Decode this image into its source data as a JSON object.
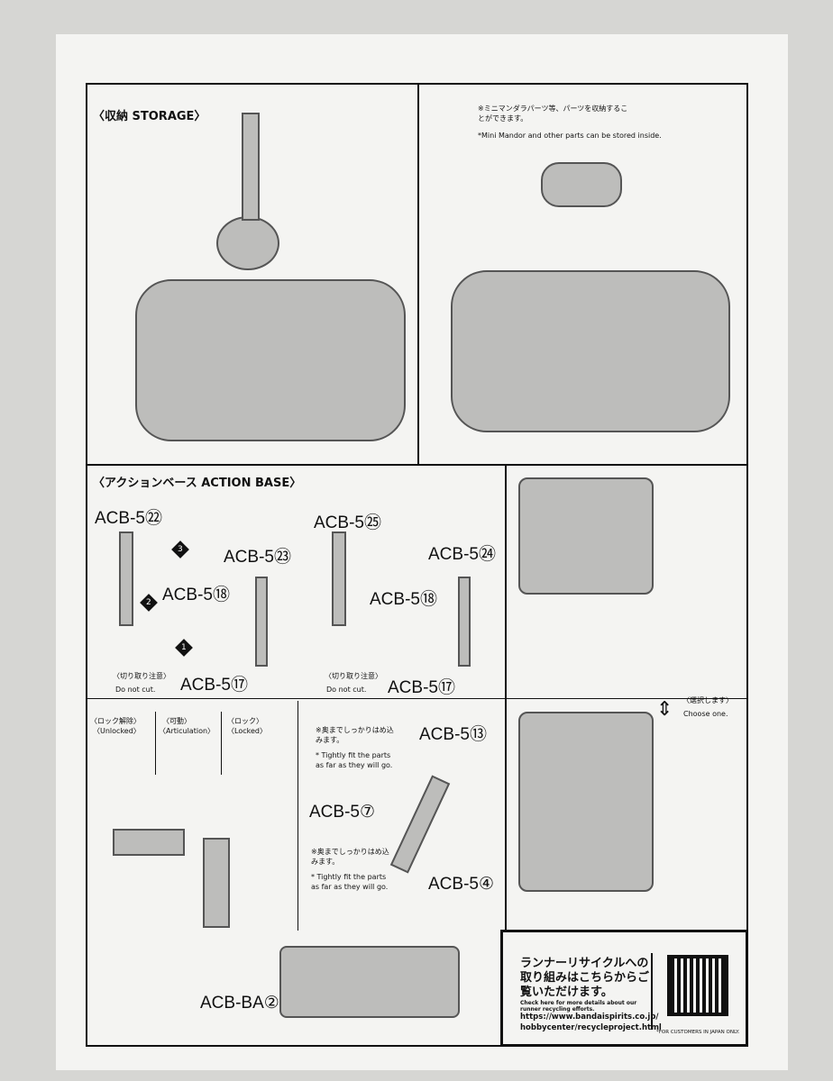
{
  "storage": {
    "title": "〈収納 STORAGE〉",
    "note_jp": "※ミニマンダラパーツ等、パーツを収納することができます。",
    "note_en": "*Mini Mandor and other parts can be stored inside."
  },
  "action_base": {
    "title": "〈アクションベース ACTION BASE〉",
    "left_step": {
      "parts": [
        "ACB-5㉒",
        "ACB-5㉓",
        "ACB-5⑱",
        "ACB-5⑰"
      ],
      "warn_jp": "〈切り取り注意〉",
      "warn_en": "Do not cut."
    },
    "mid_step": {
      "parts": [
        "ACB-5㉕",
        "ACB-5㉔",
        "ACB-5⑱",
        "ACB-5⑰"
      ],
      "warn_jp": "〈切り取り注意〉",
      "warn_en": "Do not cut."
    },
    "choose_jp": "〈選択します〉",
    "choose_en": "Choose one.",
    "modes": [
      {
        "jp": "〈ロック解除〉",
        "en": "〈Unlocked〉"
      },
      {
        "jp": "〈可動〉",
        "en": "〈Articulation〉"
      },
      {
        "jp": "〈ロック〉",
        "en": "〈Locked〉"
      }
    ],
    "fit_jp": "※奥までしっかりはめ込みます。",
    "fit_en": "* Tightly fit the parts as far as they will go.",
    "arm_parts": [
      "ACB-5⑬",
      "ACB-5⑦",
      "ACB-5④",
      "ACB-BA②"
    ],
    "steps": [
      "1",
      "2",
      "3"
    ]
  },
  "recycle": {
    "jp": "ランナーリサイクルへの取り組みはこちらからご覧いただけます。",
    "en": "Check here for more details about our runner recycling efforts.",
    "url1": "https://www.bandaispirits.co.jp/",
    "url2": "hobbycenter/recycleproject.html",
    "japan_only": "*FOR CUSTOMERS IN JAPAN ONLY."
  }
}
